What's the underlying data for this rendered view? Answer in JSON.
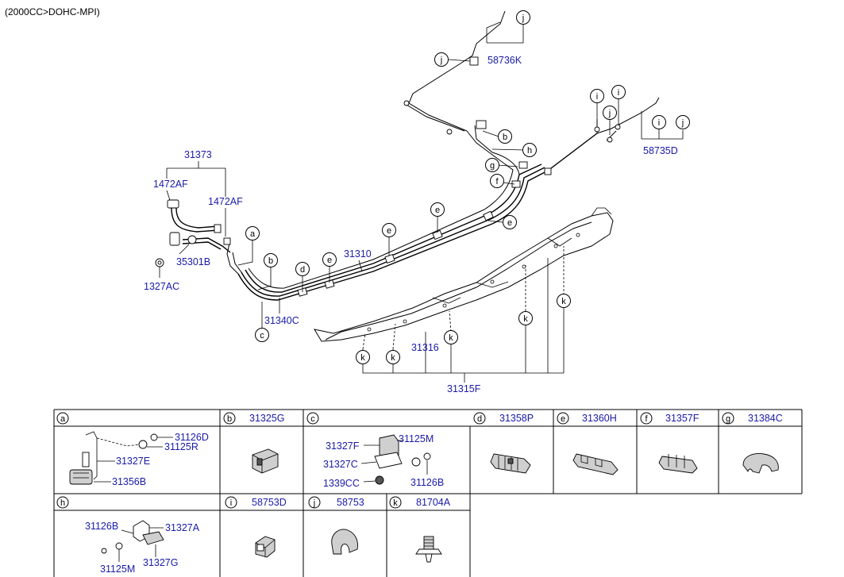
{
  "header": {
    "title": "(2000CC>DOHC-MPI)"
  },
  "main_labels": {
    "p31373": "31373",
    "p1472AF_1": "1472AF",
    "p1472AF_2": "1472AF",
    "p35301B": "35301B",
    "p1327AC": "1327AC",
    "p31310": "31310",
    "p31340C": "31340C",
    "p31316": "31316",
    "p31315F": "31315F",
    "p58736K": "58736K",
    "p58735D": "58735D"
  },
  "callout_letters": {
    "a": "a",
    "b": "b",
    "c": "c",
    "d": "d",
    "e": "e",
    "f": "f",
    "g": "g",
    "h": "h",
    "i": "i",
    "j": "j",
    "k": "k"
  },
  "table": {
    "cells": {
      "a": {
        "letter": "a",
        "part": "",
        "items": [
          "31126D",
          "31125R",
          "31327E",
          "31356B"
        ]
      },
      "b": {
        "letter": "b",
        "part": "31325G"
      },
      "c": {
        "letter": "c",
        "part": "",
        "items": [
          "31327F",
          "31125M",
          "31327C",
          "1339CC",
          "31126B"
        ]
      },
      "d": {
        "letter": "d",
        "part": "31358P"
      },
      "e": {
        "letter": "e",
        "part": "31360H"
      },
      "f": {
        "letter": "f",
        "part": "31357F"
      },
      "g": {
        "letter": "g",
        "part": "31384C"
      },
      "h": {
        "letter": "h",
        "part": "",
        "items": [
          "31126B",
          "31327A",
          "31125M",
          "31327G"
        ]
      },
      "i": {
        "letter": "i",
        "part": "58753D"
      },
      "j": {
        "letter": "j",
        "part": "58753"
      },
      "k": {
        "letter": "k",
        "part": "81704A"
      }
    }
  }
}
